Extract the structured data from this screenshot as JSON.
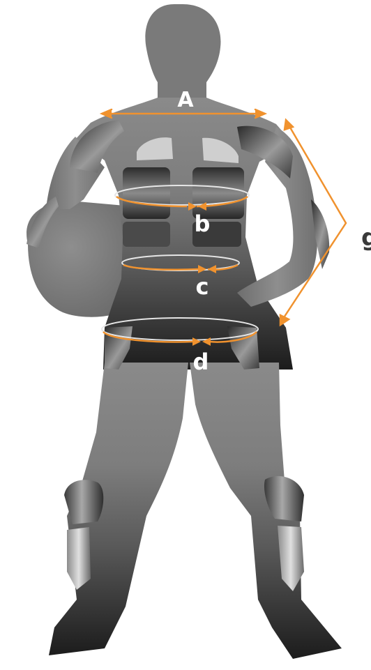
{
  "measurements": {
    "shoulders": {
      "label": "A"
    },
    "chest": {
      "label": "b"
    },
    "waist": {
      "label": "c"
    },
    "hips": {
      "label": "d"
    },
    "torso": {
      "label": "g"
    }
  },
  "colors": {
    "arrow": "#f0922e",
    "guide_ring": "#e6e6e6",
    "label_light": "#ffffff",
    "label_dark": "#3a3a3a",
    "body_light": "#8c8c8c",
    "body_dark": "#1e1e1e"
  }
}
